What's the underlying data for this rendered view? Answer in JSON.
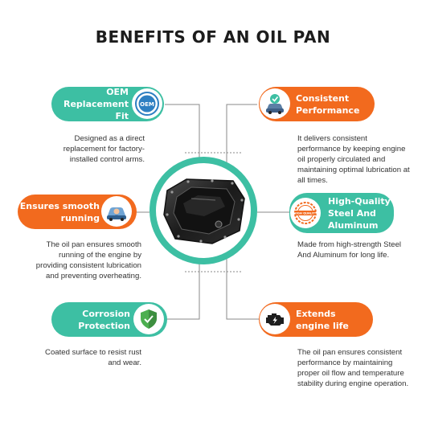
{
  "title": "BENEFITS OF AN OIL PAN",
  "colors": {
    "teal": "#3dbfa3",
    "orange": "#f26a1e",
    "text": "#333333"
  },
  "benefits": [
    {
      "label": "OEM\nReplacement Fit",
      "icon": "oem-badge-icon",
      "badge_text": "OEM",
      "description": "Designed as a direct replacement for factory-installed control arms."
    },
    {
      "label": "Consistent\nPerformance",
      "icon": "car-check-icon",
      "description": "It delivers consistent performance by keeping engine oil properly circulated and maintaining optimal lubrication at all times."
    },
    {
      "label": "Ensures smooth\nrunning",
      "icon": "driver-icon",
      "description": "The oil pan ensures smooth running of the engine by providing consistent lubrication and preventing overheating."
    },
    {
      "label": "High-Quality\nSteel And\nAluminum",
      "icon": "quality-stamp-icon",
      "badge_text": "HIGH QUALITY",
      "description": "Made from high-strength Steel And Aluminum for long life."
    },
    {
      "label": "Corrosion\nProtection",
      "icon": "shield-check-icon",
      "description": "Coated surface to resist rust and wear."
    },
    {
      "label": "Extends\nengine life",
      "icon": "engine-icon",
      "description": "The oil pan ensures consistent performance by maintaining proper oil flow and temperature stability during engine operation."
    }
  ],
  "center_image": "oil-pan-image"
}
